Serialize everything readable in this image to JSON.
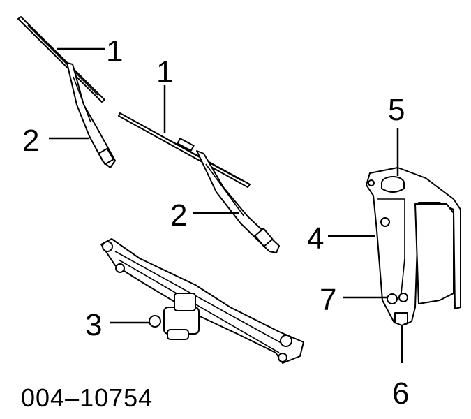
{
  "callouts": {
    "blade_left": "1",
    "blade_right": "1",
    "arm_left": "2",
    "arm_right": "2",
    "motor_linkage": "3",
    "reservoir": "4",
    "reservoir_cap": "5",
    "pump": "6",
    "grommet": "7"
  },
  "part_number": "004–10754"
}
